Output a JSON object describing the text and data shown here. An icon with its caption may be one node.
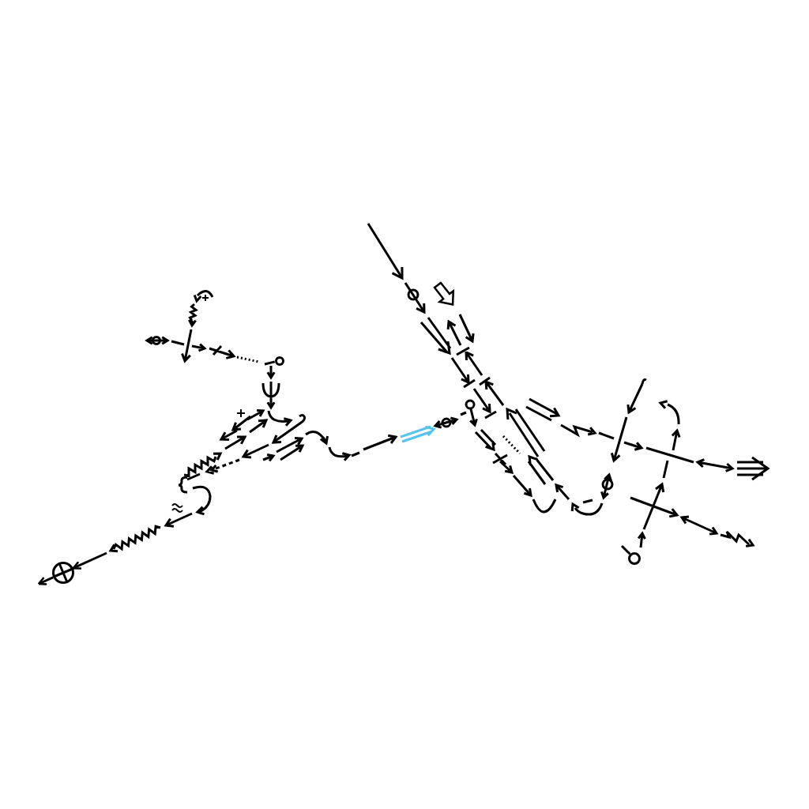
{
  "diagram": {
    "nodes": [
      {
        "text": [],
        "shape": "circle"
      },
      {
        "text": [],
        "shape": "circle"
      },
      {
        "text": [],
        "shape": "circle"
      }
    ],
    "edges": [
      {
        "from": null,
        "to": 0,
        "arrow": "to"
      },
      {
        "from": 0,
        "to": null,
        "arrow": "to"
      },
      {
        "from": null,
        "to": 1,
        "arrow": "none"
      },
      {
        "from": null,
        "to": 2,
        "arrow": "none"
      }
    ]
  }
}
